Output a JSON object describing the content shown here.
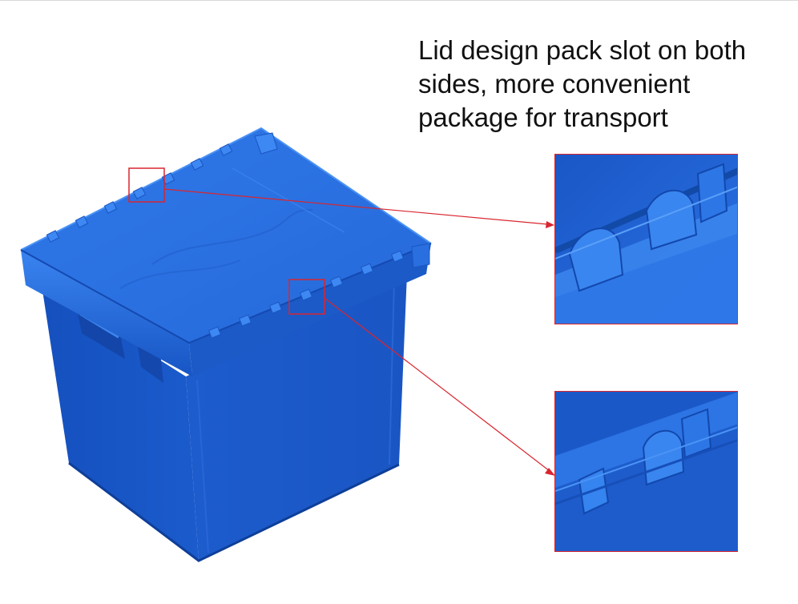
{
  "caption": {
    "lines": [
      "Lid design pack slot on both",
      "sides, more convenient",
      "package for transport"
    ]
  },
  "colors": {
    "accent_red": "#d9262f",
    "crate_blue": "#1f5fcf",
    "crate_blue_light": "#3f87f0",
    "crate_blue_dark": "#0e3f98"
  },
  "figure": {
    "subject": "blue-attached-lid-crate-icon",
    "callouts": [
      "detail-lid-slot-back-icon",
      "detail-lid-slot-front-icon"
    ]
  }
}
